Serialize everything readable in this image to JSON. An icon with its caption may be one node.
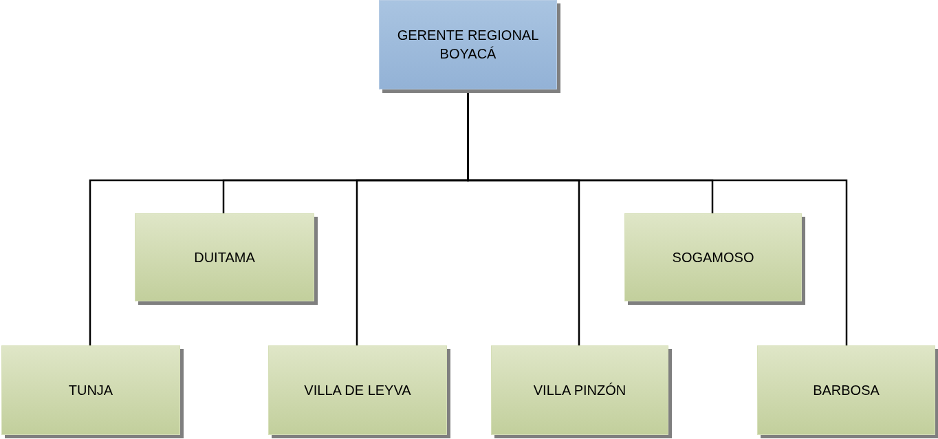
{
  "diagram": {
    "nodes": [
      {
        "text": [
          "GERENTE REGIONAL BOYACÁ"
        ]
      },
      {
        "text": [
          "DUITAMA"
        ]
      },
      {
        "text": [
          "SOGAMOSO"
        ]
      },
      {
        "text": [
          "TUNJA"
        ]
      },
      {
        "text": [
          "VILLA DE LEYVA"
        ]
      },
      {
        "text": [
          "VILLA PINZÓN"
        ]
      },
      {
        "text": [
          "BARBOSA"
        ]
      }
    ],
    "edges": [
      {
        "from": 0,
        "to": 1,
        "arrow": "none"
      },
      {
        "from": 0,
        "to": 2,
        "arrow": "none"
      },
      {
        "from": 0,
        "to": 3,
        "arrow": "none"
      },
      {
        "from": 0,
        "to": 4,
        "arrow": "none"
      },
      {
        "from": 0,
        "to": 5,
        "arrow": "none"
      },
      {
        "from": 0,
        "to": 6,
        "arrow": "none"
      }
    ]
  }
}
